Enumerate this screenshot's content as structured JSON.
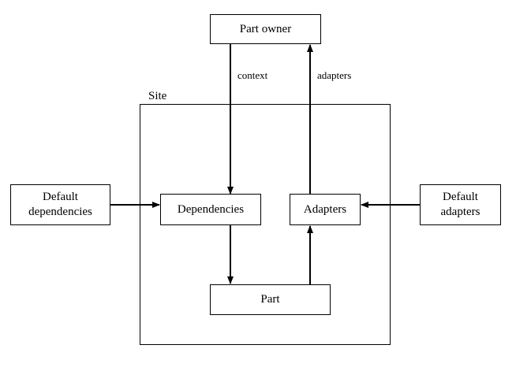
{
  "diagram": {
    "nodes": {
      "part_owner": "Part owner",
      "site": "Site",
      "dependencies": "Dependencies",
      "adapters": "Adapters",
      "part": "Part",
      "default_dependencies": [
        "Default",
        "dependencies"
      ],
      "default_adapters": [
        "Default",
        "adapters"
      ]
    },
    "edges": [
      {
        "from": "Part owner",
        "to": "Dependencies",
        "label": "context"
      },
      {
        "from": "Adapters",
        "to": "Part owner",
        "label": "adapters"
      },
      {
        "from": "Default dependencies",
        "to": "Dependencies",
        "label": ""
      },
      {
        "from": "Default adapters",
        "to": "Adapters",
        "label": ""
      },
      {
        "from": "Dependencies",
        "to": "Part",
        "label": ""
      },
      {
        "from": "Part",
        "to": "Adapters",
        "label": ""
      }
    ],
    "edge_labels": {
      "context": "context",
      "adapters": "adapters"
    }
  }
}
